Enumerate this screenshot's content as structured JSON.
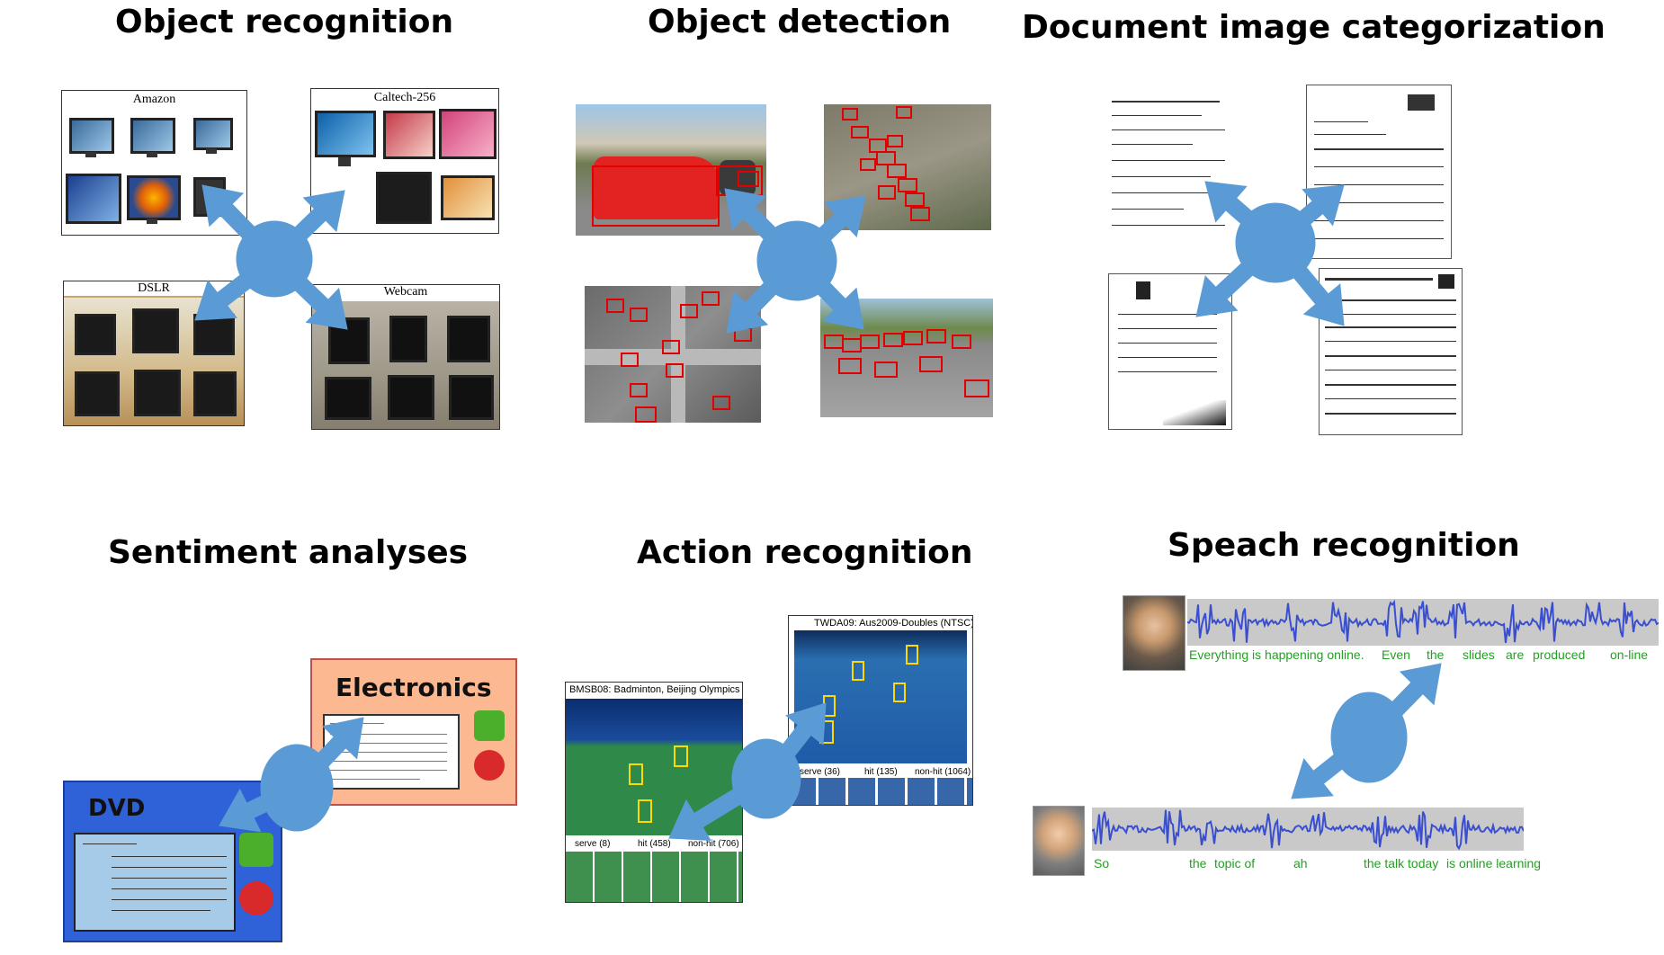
{
  "titles": {
    "object_recognition": "Object recognition",
    "object_detection": "Object detection",
    "document_categorization": "Document image categorization",
    "sentiment": "Sentiment analyses",
    "action": "Action recognition",
    "speech": "Speach recognition"
  },
  "object_recognition": {
    "domains": [
      "Amazon",
      "Caltech-256",
      "DSLR",
      "Webcam"
    ]
  },
  "sentiment": {
    "electronics_label": "Electronics",
    "dvd_label": "DVD"
  },
  "action": {
    "badminton_title": "BMSB08: Badminton, Beijing Olympics",
    "badminton_classes": [
      "serve (8)",
      "hit (458)",
      "non-hit (706)"
    ],
    "tennis_title": "TWDA09: Aus2009-Doubles (NTSC)",
    "tennis_classes": [
      "serve (36)",
      "hit (135)",
      "non-hit (1064)"
    ]
  },
  "speech": {
    "transcript1": [
      "Everything is happening online.",
      "Even",
      "the",
      "slides",
      "are",
      "produced",
      "on-line"
    ],
    "transcript2": [
      "So",
      "the",
      "topic of",
      "ah",
      "the talk today",
      "is online learning"
    ]
  },
  "colors": {
    "arrow": "#5b9bd5",
    "electronics_bg": "#fbb891",
    "dvd_bg": "#2f62d8",
    "bbox": "#e30000",
    "waveform": "#3a4fd0",
    "transcript": "#23a023"
  }
}
